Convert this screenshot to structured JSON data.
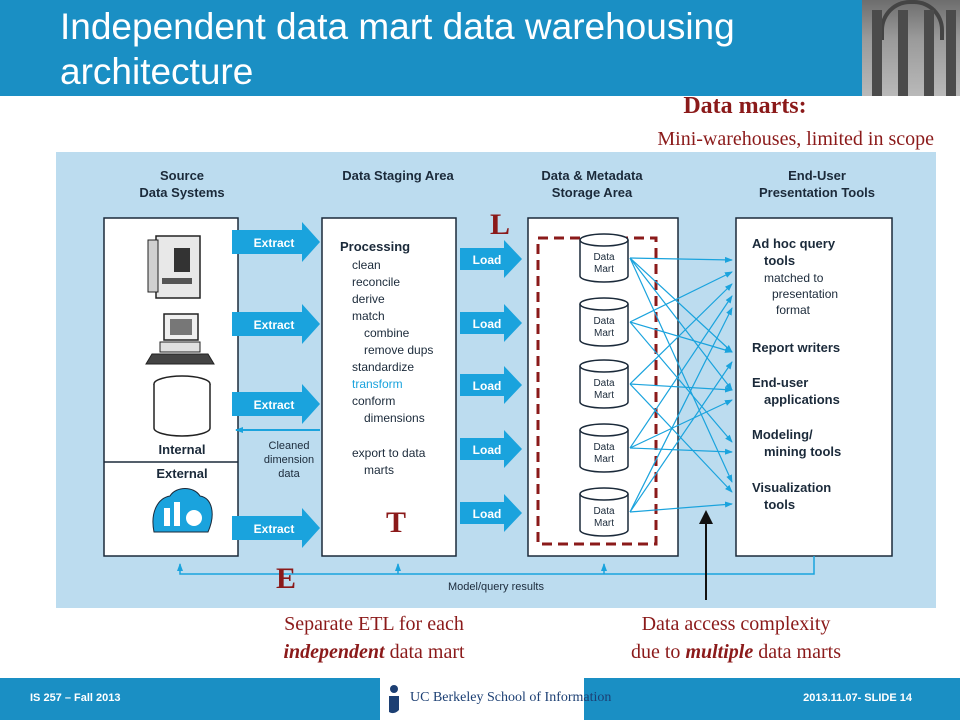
{
  "slide": {
    "title": "Independent data mart data warehousing architecture"
  },
  "callouts": {
    "data_marts_title": "Data marts:",
    "data_marts_subtitle": "Mini-warehouses, limited in scope",
    "letter_e": "E",
    "letter_t": "T",
    "letter_l": "L",
    "caption_left_line1": "Separate ETL for each",
    "caption_left_line2_em": "independent",
    "caption_left_line2_rest": " data mart",
    "caption_right_line1": "Data access complexity",
    "caption_right_line2_pre": "due to ",
    "caption_right_line2_em": "multiple",
    "caption_right_line2_post": " data marts"
  },
  "diagram": {
    "columns": {
      "source_l1": "Source",
      "source_l2": "Data Systems",
      "staging": "Data Staging Area",
      "storage_l1": "Data & Metadata",
      "storage_l2": "Storage Area",
      "enduser_l1": "End-User",
      "enduser_l2": "Presentation Tools"
    },
    "source": {
      "internal": "Internal",
      "external": "External"
    },
    "extract_label": "Extract",
    "load_label": "Load",
    "processing": {
      "heading": "Processing",
      "steps": [
        "clean",
        "reconcile",
        "derive",
        "match",
        "combine",
        "remove dups",
        "standardize",
        "transform",
        "conform",
        "dimensions",
        "export to data",
        "marts"
      ]
    },
    "cleaned": [
      "Cleaned",
      "dimension",
      "data"
    ],
    "mart_label_l1": "Data",
    "mart_label_l2": "Mart",
    "tools": [
      "Ad hoc query",
      "tools",
      "matched to",
      "presentation",
      "format",
      "Report writers",
      "End-user",
      "applications",
      "Modeling/",
      "mining tools",
      "Visualization",
      "tools"
    ],
    "model_results": "Model/query results",
    "colors": {
      "background": "#bcdcef",
      "arrow": "#1aa3dd",
      "highlight": "#8b1a1a",
      "transform_text": "#1aa3dd"
    }
  },
  "footer": {
    "left": "IS 257 – Fall 2013",
    "logo_text": "UC Berkeley School of Information",
    "right": "2013.11.07- SLIDE 14"
  }
}
